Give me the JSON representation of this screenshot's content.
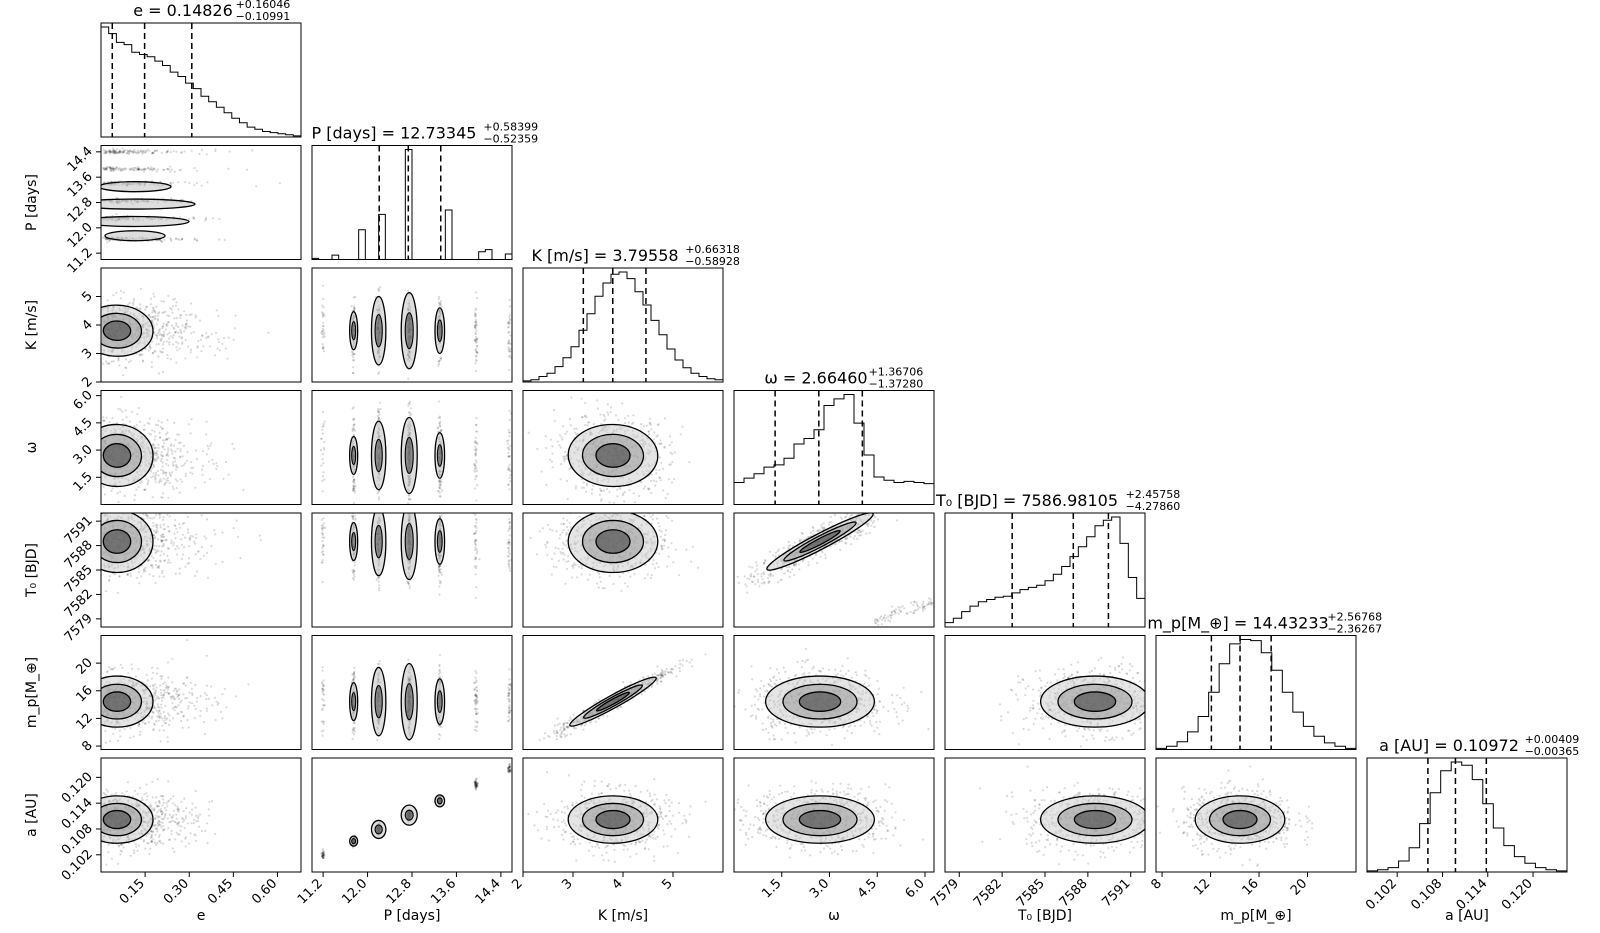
{
  "chart_data": {
    "type": "corner",
    "parameters": [
      {
        "name": "e",
        "axis_label": "e",
        "title": "e = 0.14826",
        "title_upper": "+0.16046",
        "title_lower": "−0.10991",
        "range": [
          0.0,
          0.68
        ],
        "ticks": [
          "0.15",
          "0.30",
          "0.45",
          "0.60"
        ],
        "tick_values": [
          0.15,
          0.3,
          0.45,
          0.6
        ],
        "quantiles": [
          0.03835,
          0.14826,
          0.30872
        ],
        "hist": [
          100,
          94,
          86,
          84,
          77,
          75,
          73,
          69,
          65,
          59,
          55,
          49,
          44,
          37,
          32,
          27,
          22,
          17,
          13,
          9,
          7,
          5,
          4,
          3,
          2,
          1
        ]
      },
      {
        "name": "P",
        "axis_label": "P [days]",
        "title": "P [days] = 12.73345",
        "title_upper": "+0.58399",
        "title_lower": "−0.52359",
        "range": [
          11.0,
          14.6
        ],
        "ticks": [
          "11.2",
          "12.0",
          "12.8",
          "13.6",
          "14.4"
        ],
        "tick_values": [
          11.2,
          12.0,
          12.8,
          13.6,
          14.4
        ],
        "quantiles": [
          12.20986,
          12.73345,
          13.31744
        ],
        "spikes": [
          11.2,
          11.75,
          12.2,
          12.75,
          13.3,
          13.95,
          14.55
        ],
        "hist": [
          1,
          0,
          0,
          4,
          0,
          0,
          0,
          27,
          0,
          0,
          41,
          0,
          0,
          0,
          100,
          0,
          0,
          0,
          0,
          0,
          45,
          0,
          0,
          0,
          0,
          7,
          9,
          0,
          0,
          5
        ]
      },
      {
        "name": "K",
        "axis_label": "K [m/s]",
        "title": "K [m/s] = 3.79558",
        "title_upper": "+0.66318",
        "title_lower": "−0.58928",
        "range": [
          2.0,
          6.0
        ],
        "ticks": [
          "2",
          "3",
          "4",
          "5"
        ],
        "tick_values": [
          2,
          3,
          4,
          5
        ],
        "quantiles": [
          3.2063,
          3.79558,
          4.45876
        ],
        "hist": [
          1,
          2,
          5,
          8,
          14,
          22,
          32,
          47,
          62,
          78,
          90,
          98,
          100,
          94,
          82,
          70,
          56,
          43,
          30,
          20,
          13,
          8,
          5,
          3,
          2
        ]
      },
      {
        "name": "omega",
        "axis_label": "ω",
        "title": "ω = 2.66460",
        "title_upper": "+1.36706",
        "title_lower": "−1.37280",
        "range": [
          0.0,
          6.283
        ],
        "ticks": [
          "1.5",
          "3.0",
          "4.5",
          "6.0"
        ],
        "tick_values": [
          1.5,
          3.0,
          4.5,
          6.0
        ],
        "quantiles": [
          1.2918,
          2.6646,
          4.03166
        ],
        "hist": [
          20,
          24,
          28,
          34,
          36,
          42,
          55,
          60,
          68,
          90,
          96,
          100,
          74,
          45,
          25,
          22,
          20,
          21,
          20,
          19
        ]
      },
      {
        "name": "T0",
        "axis_label": "T₀ [BJD]",
        "title": "T₀ [BJD] = 7586.98105",
        "title_upper": "+2.45758",
        "title_lower": "−4.27860",
        "range": [
          7578.0,
          7592.0
        ],
        "ticks": [
          "7579",
          "7582",
          "7585",
          "7588",
          "7591"
        ],
        "tick_values": [
          7579,
          7582,
          7585,
          7588,
          7591
        ],
        "quantiles": [
          7582.70245,
          7586.98105,
          7589.43863
        ],
        "hist": [
          4,
          8,
          14,
          19,
          23,
          25,
          27,
          28,
          31,
          34,
          36,
          38,
          42,
          48,
          55,
          64,
          73,
          82,
          92,
          97,
          100,
          76,
          45,
          26
        ]
      },
      {
        "name": "mp",
        "axis_label": "m_p[M_⊕]",
        "title": "m_p[M_⊕] = 14.43233",
        "title_upper": "+2.56768",
        "title_lower": "−2.36267",
        "range": [
          7.5,
          24.0
        ],
        "ticks": [
          "8",
          "12",
          "16",
          "20"
        ],
        "tick_values": [
          8,
          12,
          16,
          20
        ],
        "quantiles": [
          12.06966,
          14.43233,
          17.00001
        ],
        "hist": [
          1,
          3,
          7,
          16,
          30,
          52,
          78,
          96,
          100,
          99,
          88,
          72,
          52,
          34,
          21,
          12,
          6,
          3,
          1
        ]
      },
      {
        "name": "a",
        "axis_label": "a [AU]",
        "title": "a [AU] = 0.10972",
        "title_upper": "+0.00409",
        "title_lower": "−0.00365",
        "range": [
          0.098,
          0.1245
        ],
        "ticks": [
          "0.102",
          "0.108",
          "0.114",
          "0.120"
        ],
        "tick_values": [
          0.102,
          0.108,
          0.114,
          0.12
        ],
        "quantiles": [
          0.10607,
          0.10972,
          0.11381
        ],
        "hist": [
          1,
          2,
          4,
          10,
          22,
          44,
          72,
          92,
          100,
          97,
          84,
          62,
          40,
          24,
          14,
          8,
          4,
          2,
          1
        ]
      }
    ],
    "correlations": {
      "e": [
        null,
        null,
        null,
        null,
        null,
        null,
        null
      ],
      "P_e": 0,
      "K_P": 0,
      "K_e": -0.2,
      "omega_e": -0.25,
      "omega_K": -0.1,
      "T0_omega": 0.92,
      "mp_K": 0.97,
      "a_P": 0.99
    },
    "series_color": "#000000"
  }
}
